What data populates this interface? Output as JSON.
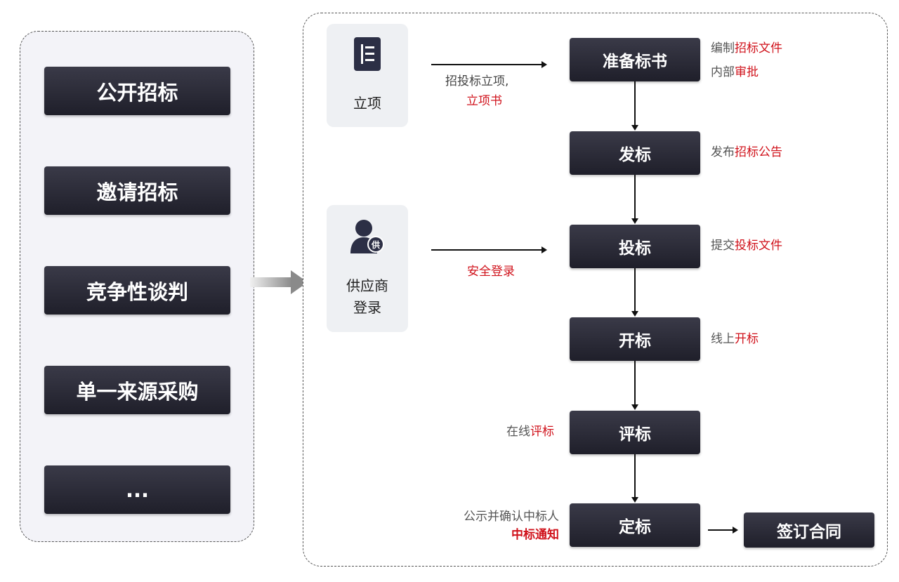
{
  "methods": [
    "公开招标",
    "邀请招标",
    "竞争性谈判",
    "单一来源采购",
    "..."
  ],
  "cards": {
    "project": {
      "label": "立项",
      "icon": "document-lines-icon"
    },
    "supplier": {
      "label_line1": "供应商",
      "label_line2": "登录",
      "icon": "supplier-user-icon",
      "badge": "供"
    }
  },
  "arrow_labels": {
    "project_line1": "招投标立项,",
    "project_line2": "立项书",
    "supplier": "安全登录"
  },
  "steps": [
    {
      "label": "准备标书"
    },
    {
      "label": "发标"
    },
    {
      "label": "投标"
    },
    {
      "label": "开标"
    },
    {
      "label": "评标"
    },
    {
      "label": "定标"
    }
  ],
  "notes": {
    "prepare_1_plain": "编制",
    "prepare_1_red": "招标文件",
    "prepare_2_plain": "内部",
    "prepare_2_red": "审批",
    "issue_plain": "发布",
    "issue_red": "招标公告",
    "bid_plain": "提交",
    "bid_red": "投标文件",
    "open_plain": "线上",
    "open_red": "开标",
    "evaluate_plain": "在线",
    "evaluate_red": "评标",
    "award_line1": "公示并确认中标人",
    "award_line2": "中标通知"
  },
  "final": "签订合同",
  "colors": {
    "accent_red": "#d0121b",
    "button_dark": "#2a2a36",
    "card_bg": "#eef0f3"
  }
}
